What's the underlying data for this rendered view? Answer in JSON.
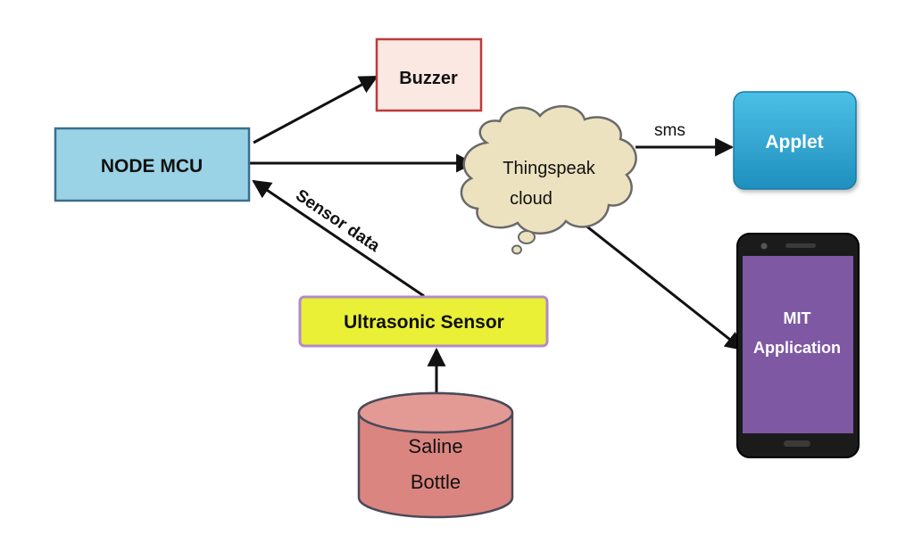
{
  "diagram": {
    "nodes": {
      "node_mcu": {
        "label": "NODE MCU"
      },
      "buzzer": {
        "label": "Buzzer"
      },
      "cloud": {
        "label_line1": "Thingspeak",
        "label_line2": "cloud"
      },
      "applet": {
        "label": "Applet"
      },
      "mit_app": {
        "label_line1": "MIT",
        "label_line2": "Application"
      },
      "ultrasonic": {
        "label": "Ultrasonic Sensor"
      },
      "saline": {
        "label_line1": "Saline",
        "label_line2": "Bottle"
      }
    },
    "edges": {
      "sensor_data": {
        "label": "Sensor data"
      },
      "sms": {
        "label": "sms"
      }
    }
  },
  "colors": {
    "node_mcu_fill": "#9bd3e6",
    "node_mcu_stroke": "#3b6f8c",
    "buzzer_fill": "#fbe8e3",
    "buzzer_stroke": "#c0393b",
    "cloud_fill": "#ece2bf",
    "applet_fill": "#2aa3cf",
    "phone_body": "#1b1b1b",
    "phone_screen": "#7e58a3",
    "ultrasonic_fill": "#e9f036",
    "ultrasonic_stroke": "#b58ac8",
    "saline_fill": "#db8580",
    "saline_stroke": "#4a4a5a"
  }
}
